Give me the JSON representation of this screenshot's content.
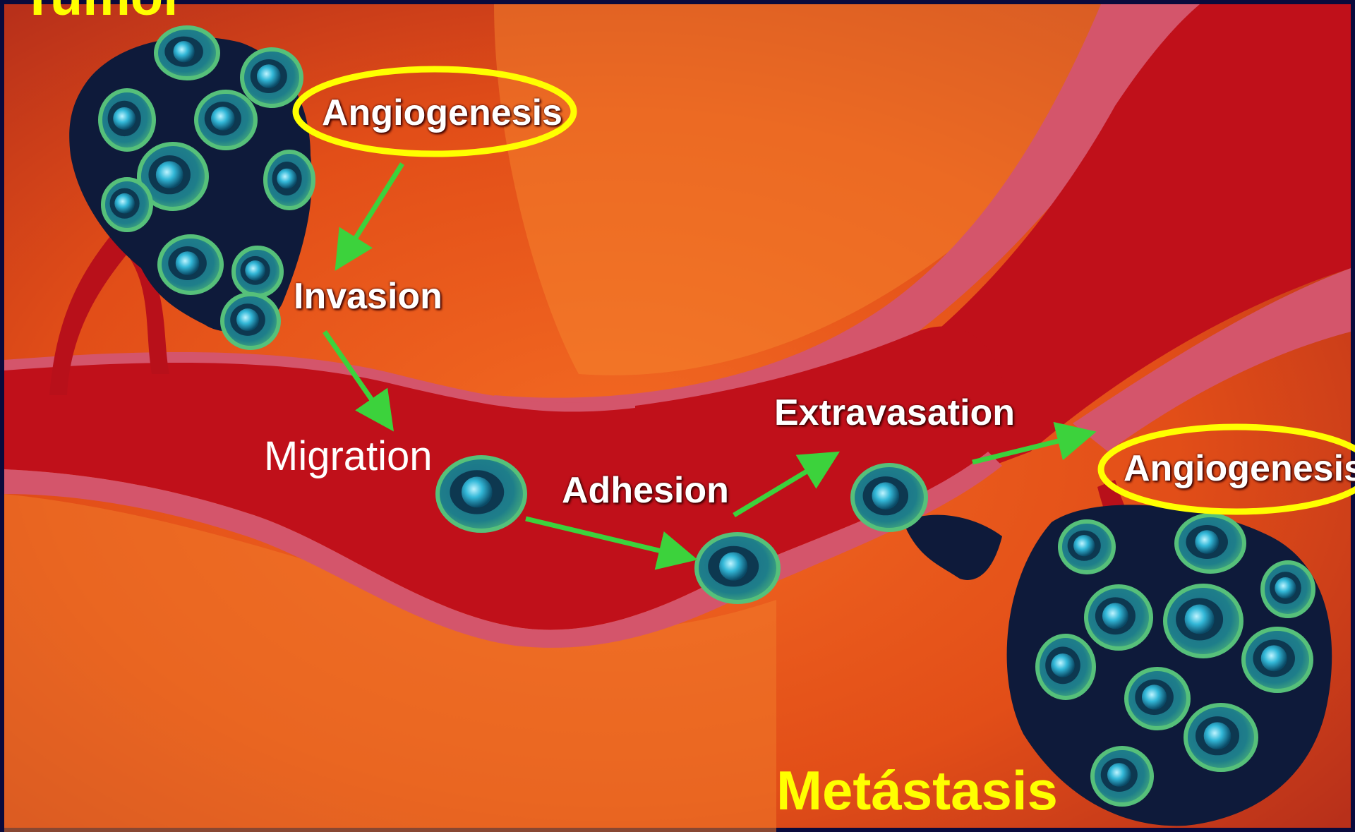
{
  "title_top": "Tumor",
  "title_bottom": "Metástasis",
  "steps": {
    "angiogenesis_primary": "Angiogenesis",
    "invasion": "Invasion",
    "migration": "Migration",
    "adhesion": "Adhesion",
    "extravasation": "Extravasation",
    "angiogenesis_secondary": "Angiogenesis"
  },
  "colors": {
    "frame": "#0a0a3c",
    "tissue": "#e8501a",
    "vessel": "#c0101a",
    "vessel_wall": "#d4556b",
    "highlight_ellipse": "#ffff00",
    "arrow": "#3cd23c",
    "cell_outer": "#2f9a8a",
    "cell_nucleus": "#33b8d8",
    "title_text": "#ffff00"
  }
}
